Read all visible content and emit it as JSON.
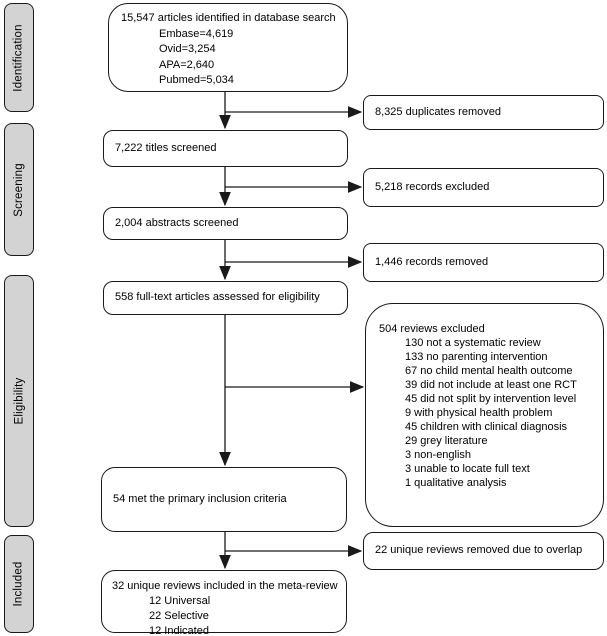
{
  "stages": [
    {
      "label": "Identification"
    },
    {
      "label": "Screening"
    },
    {
      "label": "Eligibility"
    },
    {
      "label": "Included"
    }
  ],
  "flow": {
    "identified": {
      "title": "15,547 articles identified in database search",
      "sources": [
        "Embase=4,619",
        "Ovid=3,254",
        "APA=2,640",
        "Pubmed=5,034"
      ]
    },
    "titles_screened": {
      "title": "7,222 titles screened"
    },
    "abstracts_screened": {
      "title": "2,004 abstracts screened"
    },
    "fulltext_assessed": {
      "title": "558 full-text articles assessed for eligibility"
    },
    "met_criteria": {
      "title": "54 met the primary inclusion criteria"
    },
    "included": {
      "title": "32 unique reviews included in the meta-review",
      "breakdown": [
        "12 Universal",
        "22 Selective",
        "12 Indicated"
      ]
    }
  },
  "exclusions": {
    "duplicates": {
      "title": "8,325 duplicates removed"
    },
    "records_excluded": {
      "title": "5,218 records excluded"
    },
    "records_removed": {
      "title": "1,446 records removed"
    },
    "reviews_excluded": {
      "title": "504 reviews excluded",
      "reasons": [
        "130 not a systematic review",
        "133 no parenting intervention",
        "67 no child mental health outcome",
        "39 did not include at least one RCT",
        "45 did not split by intervention level",
        "9 with physical health problem",
        "45 children with clinical diagnosis",
        "29 grey literature",
        "3 non-english",
        "3 unable to locate full text",
        "1 qualitative analysis"
      ]
    },
    "overlap_removed": {
      "title": "22 unique reviews removed due to overlap"
    }
  },
  "colors": {
    "stage_fill": "#d3d3d3",
    "line": "#1a1a1a",
    "box_bg": "#ffffff"
  }
}
